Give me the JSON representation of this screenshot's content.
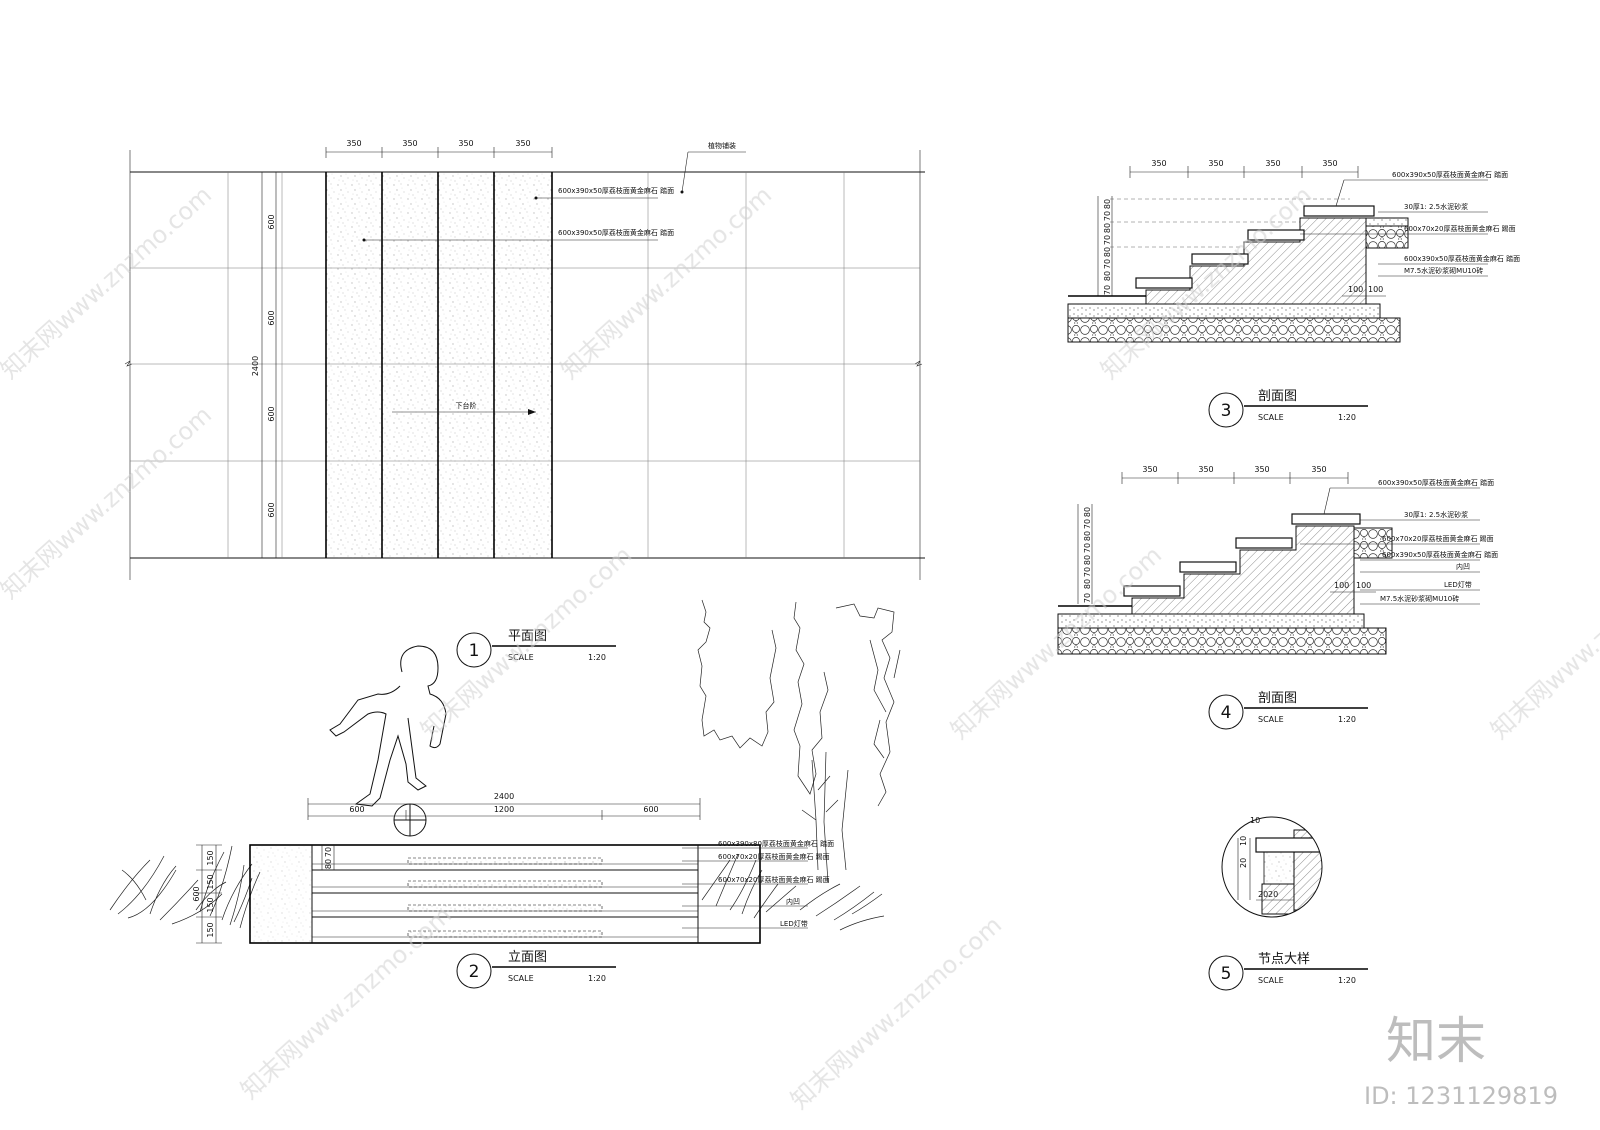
{
  "plan": {
    "top_dims": [
      "350",
      "350",
      "350",
      "350"
    ],
    "side_dims": [
      "600",
      "600",
      "600",
      "600"
    ],
    "total_dim": "2400",
    "note_paving": "植物铺装",
    "note_tread": "600x390x50厚荔枝面黄金麻石 踏面",
    "note_tread2": "600x390x50厚荔枝面黄金麻石 踏面",
    "arrow_label": "下台阶"
  },
  "elevation": {
    "dim_total": "2400",
    "dim_parts": [
      "600",
      "1200",
      "600"
    ],
    "side_dims": [
      "150",
      "150",
      "150",
      "150"
    ],
    "side_total": "600",
    "small_dims": [
      "70",
      "80"
    ],
    "notes": [
      "600x390x80厚荔枝面黄金麻石 踏面",
      "600x70x20厚荔枝面黄金麻石 踢面",
      "600x70x20厚荔枝面黄金麻石 踢面",
      "内凹",
      "LED灯带"
    ]
  },
  "section3": {
    "top_dims": [
      "350",
      "350",
      "350",
      "350"
    ],
    "side_dims": [
      "80",
      "70",
      "80",
      "70",
      "80",
      "70",
      "80",
      "70"
    ],
    "bottom_dims": [
      "100",
      "100"
    ],
    "notes": [
      "600x390x50厚荔枝面黄金麻石 踏面",
      "30厚1: 2.5水泥砂浆",
      "600x70x20厚荔枝面黄金麻石 踢面",
      "600x390x50厚荔枝面黄金麻石 踏面",
      "M7.5水泥砂浆砌MU10砖"
    ]
  },
  "section4": {
    "top_dims": [
      "350",
      "350",
      "350",
      "350"
    ],
    "side_dims": [
      "80",
      "70",
      "80",
      "70",
      "80",
      "70",
      "80",
      "70"
    ],
    "bottom_dims": [
      "100",
      "100"
    ],
    "notes": [
      "600x390x50厚荔枝面黄金麻石 踏面",
      "30厚1: 2.5水泥砂浆",
      "600x70x20厚荔枝面黄金麻石 踢面",
      "600x390x50厚荔枝面黄金麻石 踏面",
      "内凹",
      "LED灯带",
      "M7.5水泥砂浆砌MU10砖"
    ]
  },
  "detail5": {
    "dims": [
      "10",
      "10",
      "20",
      "20",
      "20"
    ]
  },
  "titles": [
    {
      "num": "1",
      "name": "平面图",
      "scale_label": "SCALE",
      "scale": "1:20"
    },
    {
      "num": "2",
      "name": "立面图",
      "scale_label": "SCALE",
      "scale": "1:20"
    },
    {
      "num": "3",
      "name": "剖面图",
      "scale_label": "SCALE",
      "scale": "1:20"
    },
    {
      "num": "4",
      "name": "剖面图",
      "scale_label": "SCALE",
      "scale": "1:20"
    },
    {
      "num": "5",
      "name": "节点大样",
      "scale_label": "SCALE",
      "scale": "1:20"
    }
  ],
  "watermark": {
    "text": "知末网www.znzmo.com"
  },
  "brand": {
    "logo": "知末",
    "id": "ID: 1231129819"
  }
}
